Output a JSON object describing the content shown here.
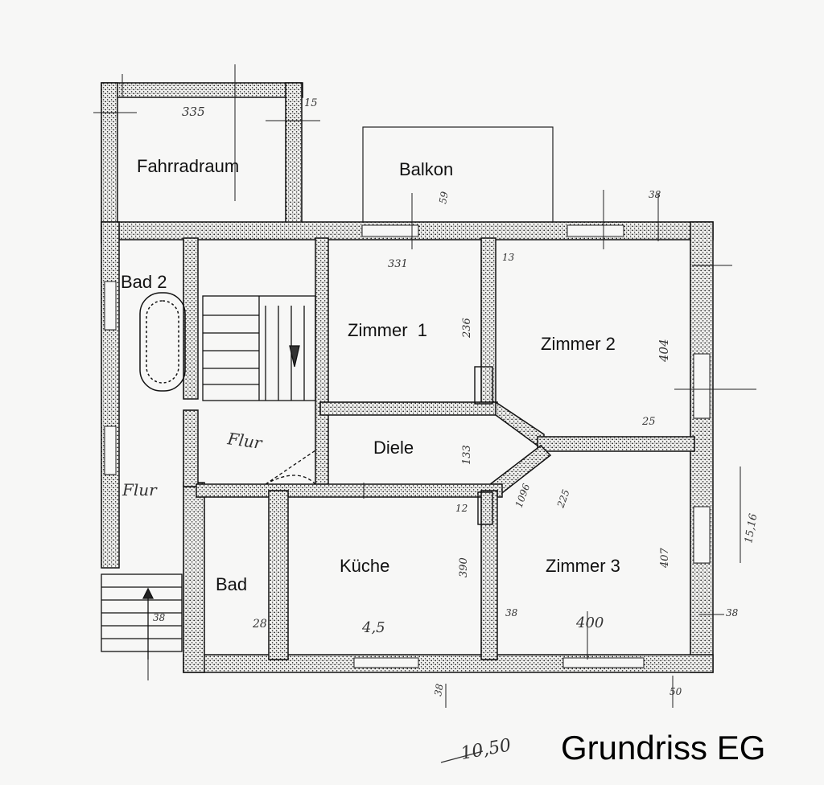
{
  "title": "Grundriss EG",
  "scale_note": "10,50",
  "rooms": [
    {
      "id": "fahrradraum",
      "label": "Fahrradraum"
    },
    {
      "id": "balkon",
      "label": "Balkon"
    },
    {
      "id": "bad2",
      "label": "Bad 2"
    },
    {
      "id": "zimmer1",
      "label": "Zimmer  1"
    },
    {
      "id": "zimmer2",
      "label": "Zimmer 2"
    },
    {
      "id": "diele",
      "label": "Diele"
    },
    {
      "id": "kueche",
      "label": "Küche"
    },
    {
      "id": "zimmer3",
      "label": "Zimmer 3"
    },
    {
      "id": "bad",
      "label": "Bad"
    }
  ],
  "handwritten": {
    "flur_upper": "Flur",
    "flur_lower": "Flur",
    "dim_335": "335",
    "dim_15a": "15",
    "dim_59": "59",
    "dim_38a": "38",
    "dim_331": "331",
    "dim_13": "13",
    "dim_236": "236",
    "dim_404": "404",
    "dim_25": "25",
    "dim_133": "133",
    "dim_1096": "1096",
    "dim_225": "225",
    "dim_1516": "15,16",
    "dim_12": "12",
    "dim_390": "390",
    "dim_407": "407",
    "dim_38b": "38",
    "dim_400": "400",
    "dim_38c": "38",
    "dim_28": "28",
    "dim_45": "4,5",
    "dim_38d": "38",
    "dim_50": "50",
    "dim_38e": "38"
  }
}
